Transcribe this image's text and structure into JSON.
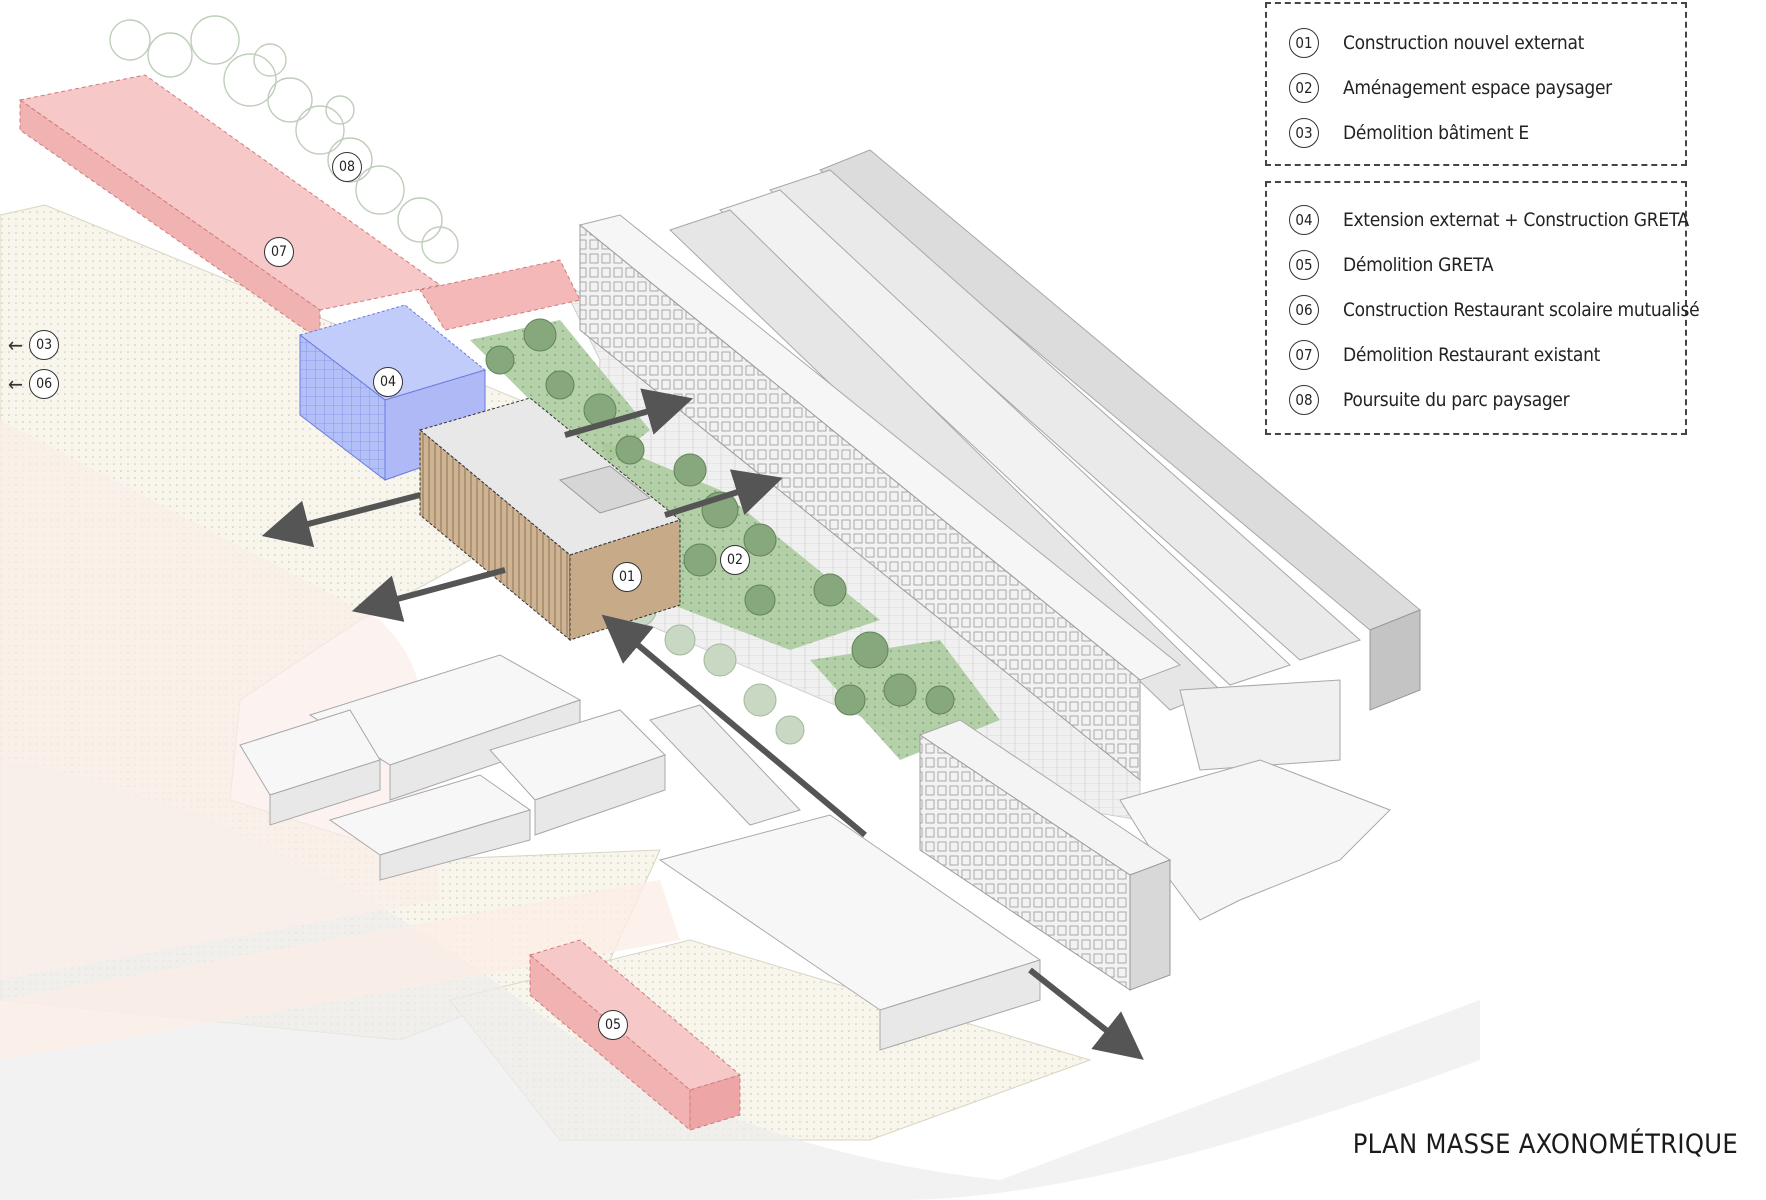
{
  "title": "PLAN MASSE AXONOMÉTRIQUE",
  "legend": {
    "group1": [
      {
        "num": "01",
        "label": "Construction nouvel externat"
      },
      {
        "num": "02",
        "label": "Aménagement espace paysager"
      },
      {
        "num": "03",
        "label": "Démolition bâtiment E"
      }
    ],
    "group2": [
      {
        "num": "04",
        "label": "Extension externat + Construction GRETA"
      },
      {
        "num": "05",
        "label": "Démolition GRETA"
      },
      {
        "num": "06",
        "label": "Construction Restaurant scolaire mutualisé"
      },
      {
        "num": "07",
        "label": "Démolition Restaurant existant"
      },
      {
        "num": "08",
        "label": "Poursuite du parc paysager"
      }
    ]
  },
  "markers": {
    "m01": "01",
    "m02": "02",
    "m04": "04",
    "m05": "05",
    "m07": "07",
    "m08": "08"
  },
  "side_refs": [
    {
      "num": "03"
    },
    {
      "num": "06"
    }
  ],
  "colors": {
    "demolition": "#f4b8b8",
    "extension": "#aab8f5",
    "new_building": "#c9ad8e",
    "landscape": "#a9c79a",
    "existing": "#f0f0f0",
    "arrow": "#555555"
  }
}
